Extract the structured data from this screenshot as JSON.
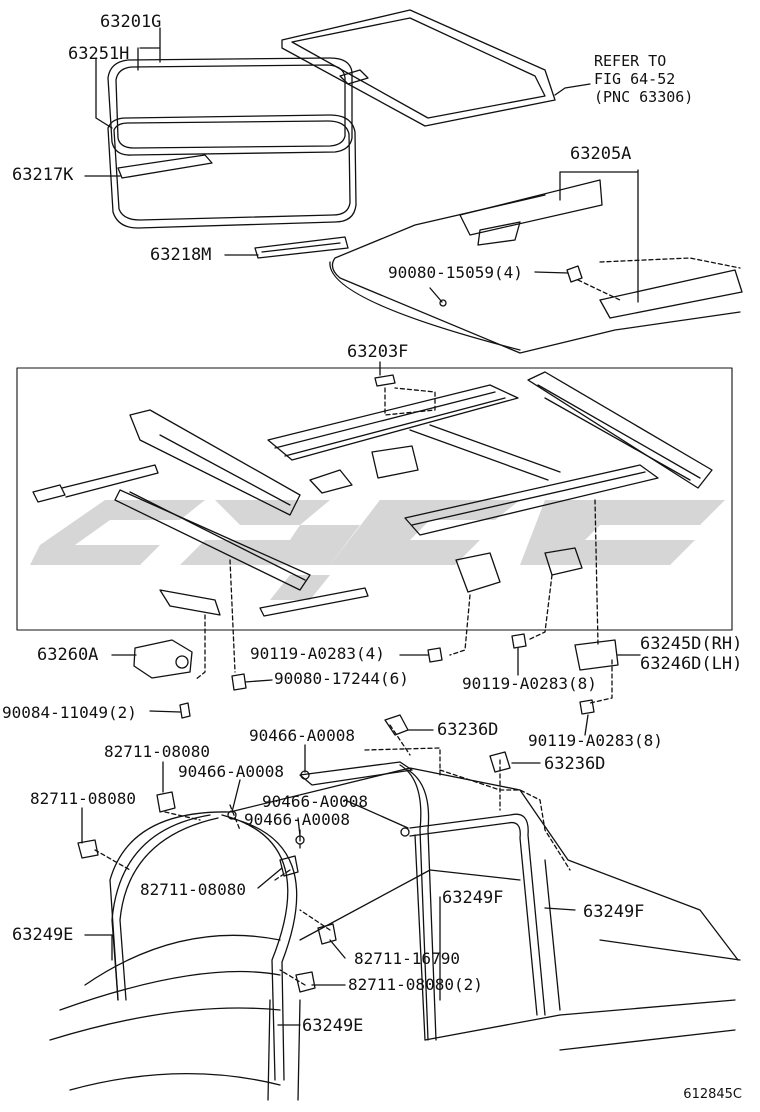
{
  "refer": {
    "line1": "REFER TO",
    "line2": "FIG 64-52",
    "line3": "(PNC 63306)"
  },
  "labels": {
    "p63201G": "63201G",
    "p63251H": "63251H",
    "p63217K": "63217K",
    "p63218M": "63218M",
    "p63205A": "63205A",
    "p90080_15059": "90080-15059(4)",
    "p63203F": "63203F",
    "p63260A": "63260A",
    "p90119_a": "90119-A0283(4)",
    "p90080_17244": "90080-17244(6)",
    "p90119_b": "90119-A0283(8)",
    "p63245D": "63245D(RH)",
    "p63246D": "63246D(LH)",
    "p90084": "90084-11049(2)",
    "p90119_c": "90119-A0283(8)",
    "p63236D_a": "63236D",
    "p63236D_b": "63236D",
    "p82711_a": "82711-08080",
    "p90466_a": "90466-A0008",
    "p90466_b": "90466-A0008",
    "p82711_b": "82711-08080",
    "p90466_c": "90466-A0008",
    "p90466_d": "90466-A0008",
    "p82711_c": "82711-08080",
    "p63249F_a": "63249F",
    "p63249F_b": "63249F",
    "p63249E_a": "63249E",
    "p82711_16790": "82711-16790",
    "p82711_d": "82711-08080(2)",
    "p63249E_b": "63249E"
  },
  "figure_id": "612845C",
  "colors": {
    "ink": "#111111",
    "watermark": "#c9c9c9"
  }
}
